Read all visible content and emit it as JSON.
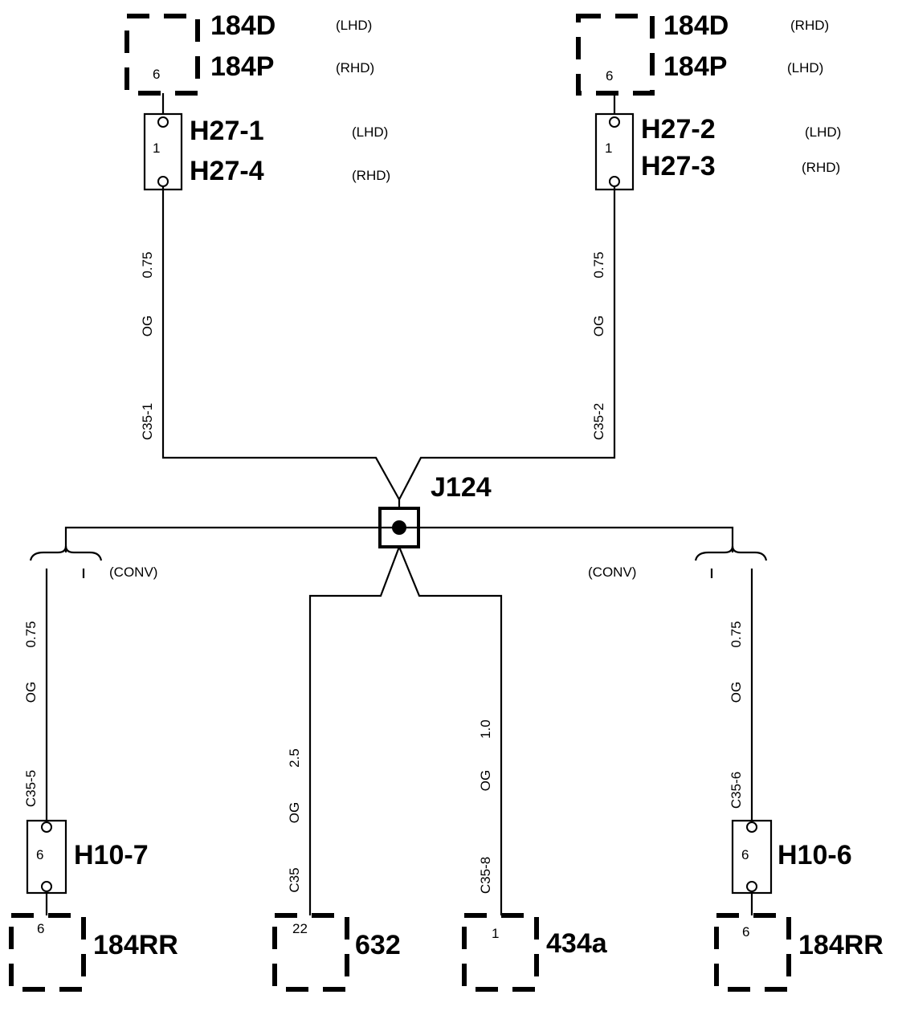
{
  "top_left": {
    "component_1": "184D",
    "component_1_note": "(LHD)",
    "component_2": "184P",
    "component_2_note": "(RHD)",
    "component_pin": "6",
    "connector_1": "H27-1",
    "connector_1_note": "(LHD)",
    "connector_2": "H27-4",
    "connector_2_note": "(RHD)",
    "connector_pin": "1",
    "wire_size": "0.75",
    "wire_color": "OG",
    "wire_circuit": "C35-1"
  },
  "top_right": {
    "component_1": "184D",
    "component_1_note": "(RHD)",
    "component_2": "184P",
    "component_2_note": "(LHD)",
    "component_pin": "6",
    "connector_1": "H27-2",
    "connector_1_note": "(LHD)",
    "connector_2": "H27-3",
    "connector_2_note": "(RHD)",
    "connector_pin": "1",
    "wire_size": "0.75",
    "wire_color": "OG",
    "wire_circuit": "C35-2"
  },
  "junction": {
    "label": "J124"
  },
  "bottom_left": {
    "option_note": "(CONV)",
    "wire_size": "0.75",
    "wire_color": "OG",
    "wire_circuit": "C35-5",
    "connector": "H10-7",
    "connector_pin": "6",
    "component": "184RR",
    "component_pin": "6"
  },
  "bottom_mid_left": {
    "wire_size": "2.5",
    "wire_color": "OG",
    "wire_circuit": "C35",
    "component": "632",
    "component_pin": "22"
  },
  "bottom_mid_right": {
    "wire_size": "1.0",
    "wire_color": "OG",
    "wire_circuit": "C35-8",
    "component": "434a",
    "component_pin": "1"
  },
  "bottom_right": {
    "option_note": "(CONV)",
    "wire_size": "0.75",
    "wire_color": "OG",
    "wire_circuit": "C35-6",
    "connector": "H10-6",
    "connector_pin": "6",
    "component": "184RR",
    "component_pin": "6"
  }
}
